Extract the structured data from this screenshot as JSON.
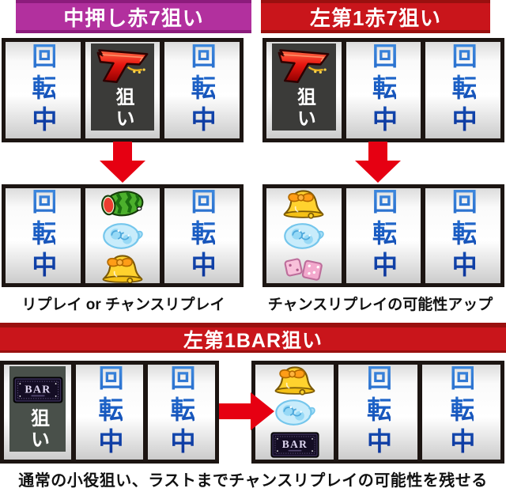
{
  "labels": {
    "spinning": "回転中",
    "aim": "狙い",
    "bar_text": "BAR"
  },
  "colors": {
    "magenta_header": "#b2309e",
    "red_header": "#c9151b",
    "arrow_red": "#e60012",
    "spin_text_blue": "#1a5ec4",
    "panel_frame": "#1c1512"
  },
  "sections": {
    "naka_oshi_aka7": {
      "header": "中押し赤7狙い",
      "caption": "リプレイ or チャンスリプレイ"
    },
    "hidari_dai1_aka7": {
      "header": "左第1赤7狙い",
      "caption": "チャンスリプレイの可能性アップ"
    },
    "hidari_dai1_bar": {
      "header": "左第1BAR狙い",
      "caption": "通常の小役狙い、ラストまでチャンスリプレイの可能性を残せる"
    }
  },
  "reel_stacks": {
    "naka_result": [
      "watermelon",
      "blue-orb",
      "bell"
    ],
    "hidari7_result": [
      "bell",
      "blue-orb",
      "pink-dice"
    ],
    "bar_result": [
      "bell",
      "blue-orb",
      "bar"
    ]
  }
}
